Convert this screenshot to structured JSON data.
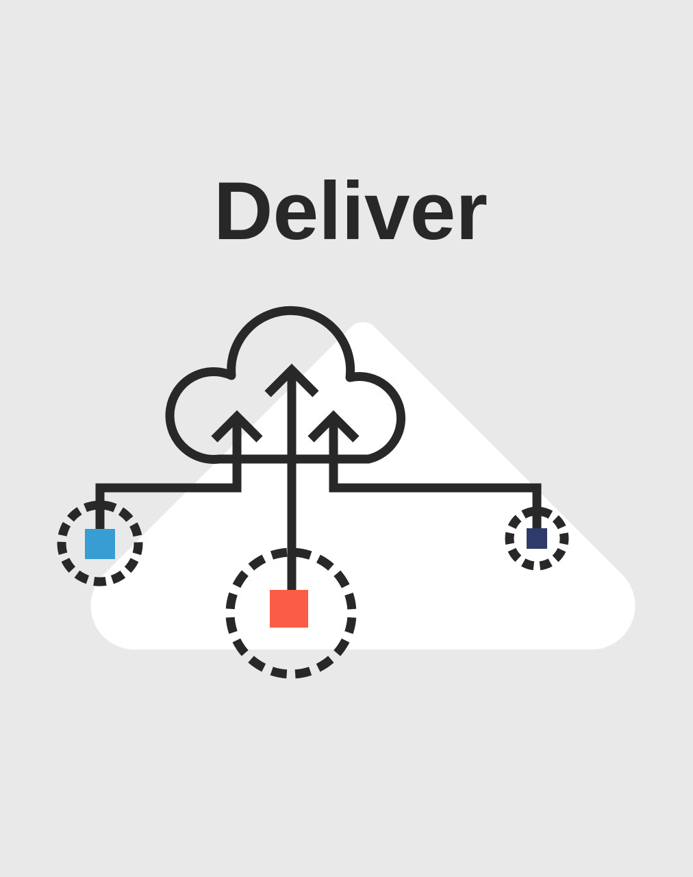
{
  "title": "Deliver",
  "colors": {
    "background": "#e9e9e9",
    "ink": "#282828",
    "triangle": "#ffffff"
  },
  "illustration": {
    "cloud": "cloud-icon",
    "arrows": "upload-arrows-icon",
    "nodes": [
      {
        "position": "left",
        "shape": "square-in-dashed-circle",
        "color": "#379dd2"
      },
      {
        "position": "center",
        "shape": "square-in-dashed-circle",
        "color": "#fa5c46"
      },
      {
        "position": "right",
        "shape": "square-in-dashed-circle",
        "color": "#2d3a6a"
      }
    ]
  }
}
